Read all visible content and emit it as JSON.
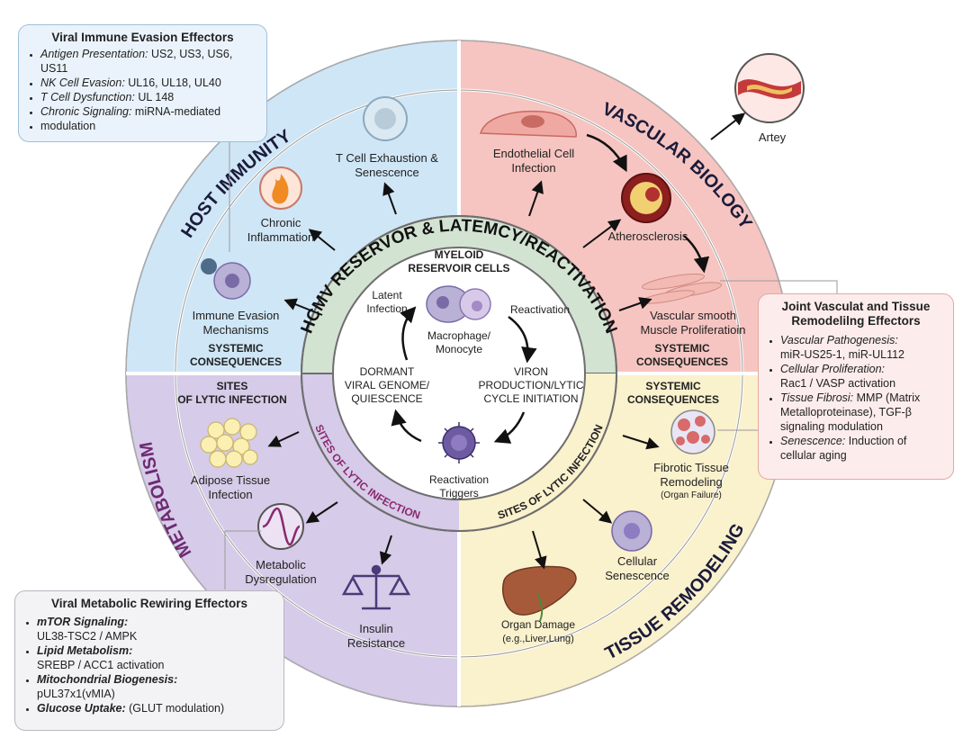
{
  "colors": {
    "host": "#cfe6f6",
    "vascular": "#f6c5c1",
    "metabolism": "#d6cbe8",
    "tissue": "#faf1cd",
    "center_ring": "#d3e3d2",
    "box_blue": "#eaf3fb",
    "box_red": "#fcecec"
  },
  "ring_titles": {
    "host": "HOST IMMUNITY",
    "vascular": "VASCULAR BIOLOGY",
    "metabolism": "METABOLISM",
    "tissue": "TISSUE REMODELING"
  },
  "center": {
    "ring_title": "HCMV RESERVOR & LATEMCY/REACTIVATION",
    "sites_left": "SITES OF LYTIC INFECTION",
    "sites_right": "SITES OF LYTIC INFECTION",
    "myeloid_1": "MYELOID",
    "myeloid_2": "RESERVOIR CELLS",
    "latent_1": "Latent",
    "latent_2": "Infection",
    "reactivation": "Reactivation",
    "macro_1": "Macrophage/",
    "macro_2": "Monocyte",
    "dormant_1": "DORMANT",
    "dormant_2": "VIRAL GENOME/",
    "dormant_3": "QUIESCENCE",
    "viron_1": "VIRON",
    "viron_2": "PRODUCTION/LYTIC",
    "viron_3": "CYCLE INITIATION",
    "triggers_1": "Reactivation",
    "triggers_2": "Triggers"
  },
  "host": {
    "tcell_1": "T Cell Exhaustion &",
    "tcell_2": "Senescence",
    "chronic_1": "Chronic",
    "chronic_2": "Inflammation",
    "evasion_1": "Immune Evasion",
    "evasion_2": "Mechanisms",
    "systemic_1": "SYSTEMIC",
    "systemic_2": "CONSEQUENCES"
  },
  "vascular": {
    "endo_1": "Endothelial Cell",
    "endo_2": "Infection",
    "athero": "Atherosclerosis",
    "artery": "Artey",
    "smooth_1": "Vascular smooth",
    "smooth_2": "Muscle Proliferatioin",
    "systemic_1": "SYSTEMIC",
    "systemic_2": "CONSEQUENCES"
  },
  "metabolism": {
    "sites_1": "SITES",
    "sites_2": "OF LYTIC INFECTION",
    "adipose_1": "Adipose Tissue",
    "adipose_2": "Infection",
    "metabolic_1": "Metabolic",
    "metabolic_2": "Dysregulation",
    "insulin_1": "Insulin",
    "insulin_2": "Resistance"
  },
  "tissue": {
    "systemic_1": "SYSTEMIC",
    "systemic_2": "CONSEQUENCES",
    "fibrotic_1": "Fibrotic Tissue",
    "fibrotic_2": "Remodeling",
    "fibrotic_3": "(Organ Failure)",
    "senescence_1": "Cellular",
    "senescence_2": "Senescence",
    "organ_1": "Organ Damage",
    "organ_2": "(e.g.,Liver,Lung)"
  },
  "box_immune": {
    "title": "Viral Immune Evasion Effectors",
    "items": [
      {
        "label": "Antigen Presentation:",
        "text": " US2, US3, US6, US11"
      },
      {
        "label": "NK Cell Evasion:",
        "text": " UL16, UL18, UL40"
      },
      {
        "label": "T Cell Dysfunction:",
        "text": " UL 148"
      },
      {
        "label": "Chronic Signaling:",
        "text": " miRNA-mediated"
      },
      {
        "label": "",
        "text": "modulation"
      }
    ]
  },
  "box_vascular": {
    "title_1": "Joint Vasculat and Tissue",
    "title_2": "Remodelilng Effectors",
    "items": [
      {
        "label": "Vascular Pathogenesis:",
        "text": "miR-US25-1, miR-UL112"
      },
      {
        "label": "Cellular Proliferation:",
        "text": "Rac1 / VASP activation"
      },
      {
        "label": "Tissue Fibrosi:",
        "text": " MMP (Matrix Metalloproteinase), TGF-β signaling modulation"
      },
      {
        "label": "Senescence:",
        "text": " Induction of cellular aging"
      }
    ]
  },
  "box_metabolic": {
    "title": "Viral Metabolic Rewiring Effectors",
    "items": [
      {
        "label": "mTOR Signaling:",
        "text": "UL38-TSC2 / AMPK"
      },
      {
        "label": "Lipid Metabolism:",
        "text": "SREBP / ACC1 activation"
      },
      {
        "label": "Mitochondrial Biogenesis:",
        "text": "pUL37x1(vMIA)"
      },
      {
        "label": "Glucose Uptake:",
        "text": " (GLUT modulation)"
      }
    ]
  }
}
